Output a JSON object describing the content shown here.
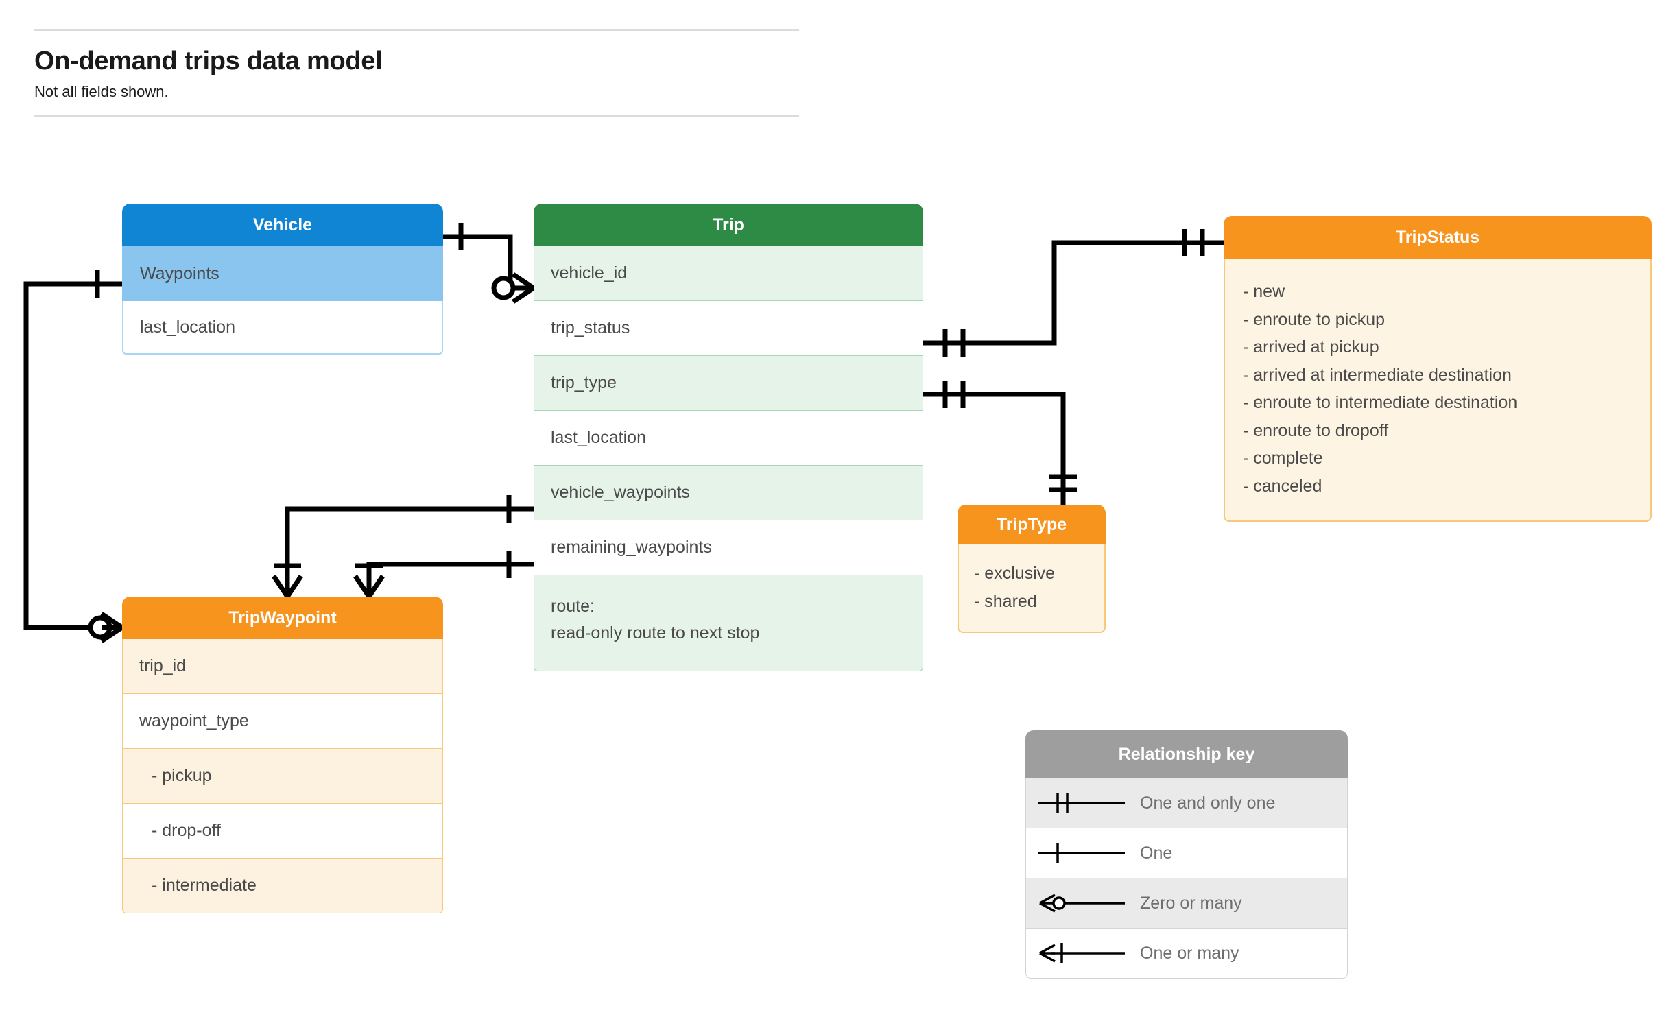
{
  "header": {
    "title": "On-demand trips data model",
    "subtitle": "Not all fields shown."
  },
  "entities": {
    "vehicle": {
      "title": "Vehicle",
      "fields": [
        {
          "label": "Waypoints"
        },
        {
          "label": "last_location"
        }
      ],
      "header_color": "#0f85d3",
      "row_color": "#8ac5f0"
    },
    "trip": {
      "title": "Trip",
      "fields": [
        {
          "label": "vehicle_id"
        },
        {
          "label": "trip_status"
        },
        {
          "label": "trip_type"
        },
        {
          "label": "last_location"
        },
        {
          "label": "vehicle_waypoints"
        },
        {
          "label": "remaining_waypoints"
        }
      ],
      "route_line1": "route:",
      "route_line2": "read-only route to next stop",
      "header_color": "#2e8b46",
      "row_color": "#e6f3e9"
    },
    "tripstatus": {
      "title": "TripStatus",
      "values": [
        "- new",
        "- enroute to pickup",
        "- arrived at pickup",
        "- arrived at intermediate destination",
        "- enroute to intermediate destination",
        "- enroute to dropoff",
        "- complete",
        "- canceled"
      ],
      "header_color": "#f7941e",
      "body_color": "#fdf4e3"
    },
    "triptype": {
      "title": "TripType",
      "values": [
        "- exclusive",
        "- shared"
      ],
      "header_color": "#f7941e",
      "body_color": "#fdf4e3"
    },
    "tripwaypoint": {
      "title": "TripWaypoint",
      "fields": [
        {
          "label": "trip_id"
        },
        {
          "label": "waypoint_type"
        },
        {
          "label": "-  pickup"
        },
        {
          "label": "-  drop-off"
        },
        {
          "label": "-  intermediate"
        }
      ],
      "header_color": "#f7941e",
      "row_color": "#fdf2e0"
    }
  },
  "legend": {
    "title": "Relationship key",
    "items": [
      {
        "symbol": "one-and-only-one-symbol",
        "label": "One and only one"
      },
      {
        "symbol": "one-symbol",
        "label": "One"
      },
      {
        "symbol": "zero-or-many-symbol",
        "label": "Zero or many"
      },
      {
        "symbol": "one-or-many-symbol",
        "label": "One or many"
      }
    ],
    "header_color": "#9e9e9e"
  },
  "relationships": [
    {
      "from": "Vehicle",
      "to": "Trip.vehicle_id",
      "from_card": "one",
      "to_card": "zero or many"
    },
    {
      "from": "Vehicle.Waypoints",
      "to": "TripWaypoint",
      "from_card": "one",
      "to_card": "zero or many"
    },
    {
      "from": "Trip.trip_status",
      "to": "TripStatus",
      "from_card": "one and only one",
      "to_card": "one and only one"
    },
    {
      "from": "Trip.trip_type",
      "to": "TripType",
      "from_card": "one and only one",
      "to_card": "one and only one"
    },
    {
      "from": "Trip.vehicle_waypoints",
      "to": "TripWaypoint",
      "from_card": "one",
      "to_card": "one or many"
    },
    {
      "from": "Trip.remaining_waypoints",
      "to": "TripWaypoint",
      "from_card": "one",
      "to_card": "one or many"
    }
  ]
}
